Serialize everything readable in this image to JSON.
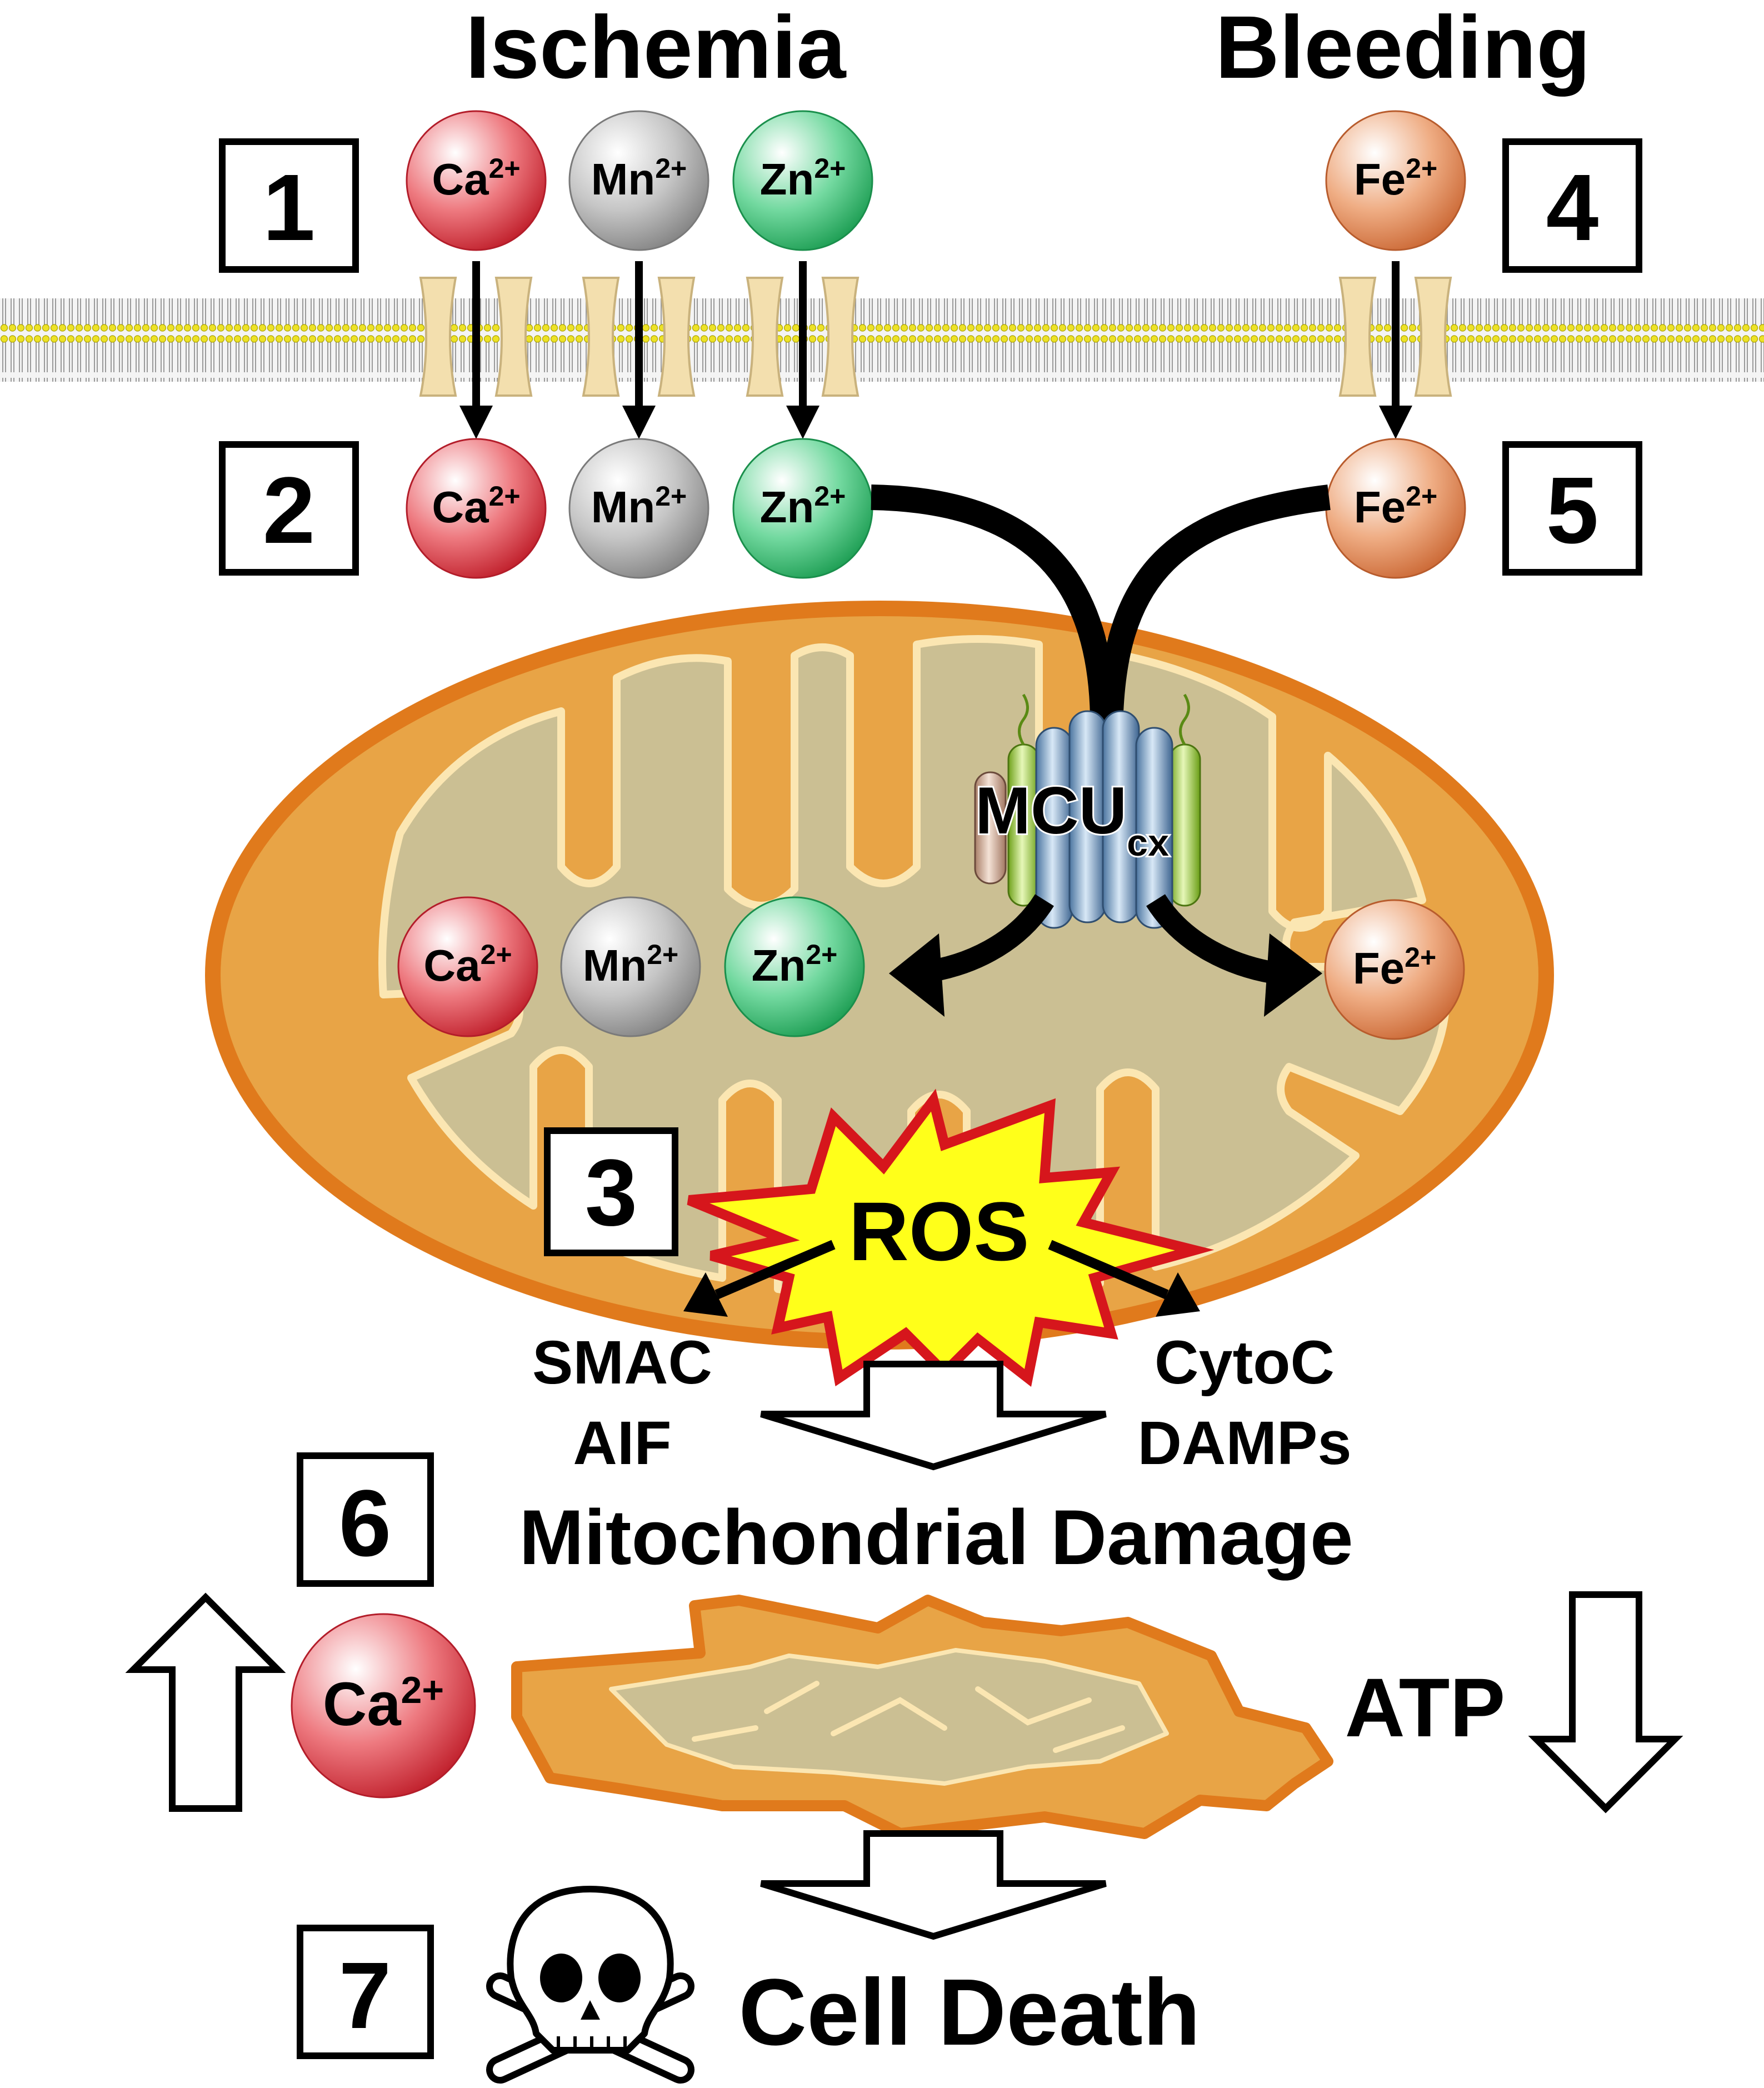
{
  "headings": {
    "ischemia": "Ischemia",
    "bleeding": "Bleeding"
  },
  "steps": {
    "s1": "1",
    "s2": "2",
    "s3": "3",
    "s4": "4",
    "s5": "5",
    "s6": "6",
    "s7": "7"
  },
  "ions": {
    "calcium": "Ca",
    "manganese": "Mn",
    "zinc": "Zn",
    "iron": "Fe",
    "charge": "2+"
  },
  "mcu": {
    "main": "MCU",
    "sub": "cx"
  },
  "ros": "ROS",
  "released_factors": {
    "left_line1": "SMAC",
    "left_line2": "AIF",
    "right_line1": "CytoC",
    "right_line2": "DAMPs"
  },
  "mitochondrial_damage": "Mitochondrial Damage",
  "atp": "ATP",
  "cell_death": "Cell Death",
  "colors": {
    "calcium": "#d9323e",
    "manganese": "#9b9b9b",
    "zinc": "#2fb868",
    "iron": "#d9743f",
    "mito_outer": "#e07a1c",
    "mito_fill": "#e8a446",
    "mito_matrix": "#cbbf93",
    "cristae_line": "#fbe6b2",
    "channel": "#f3dfae",
    "ros_burst": "#ffff1a",
    "ros_border": "#d6161c",
    "mcu_blue": "#6d98c3",
    "mcu_green": "#9ed13a",
    "mcu_brown": "#cfa68f"
  }
}
